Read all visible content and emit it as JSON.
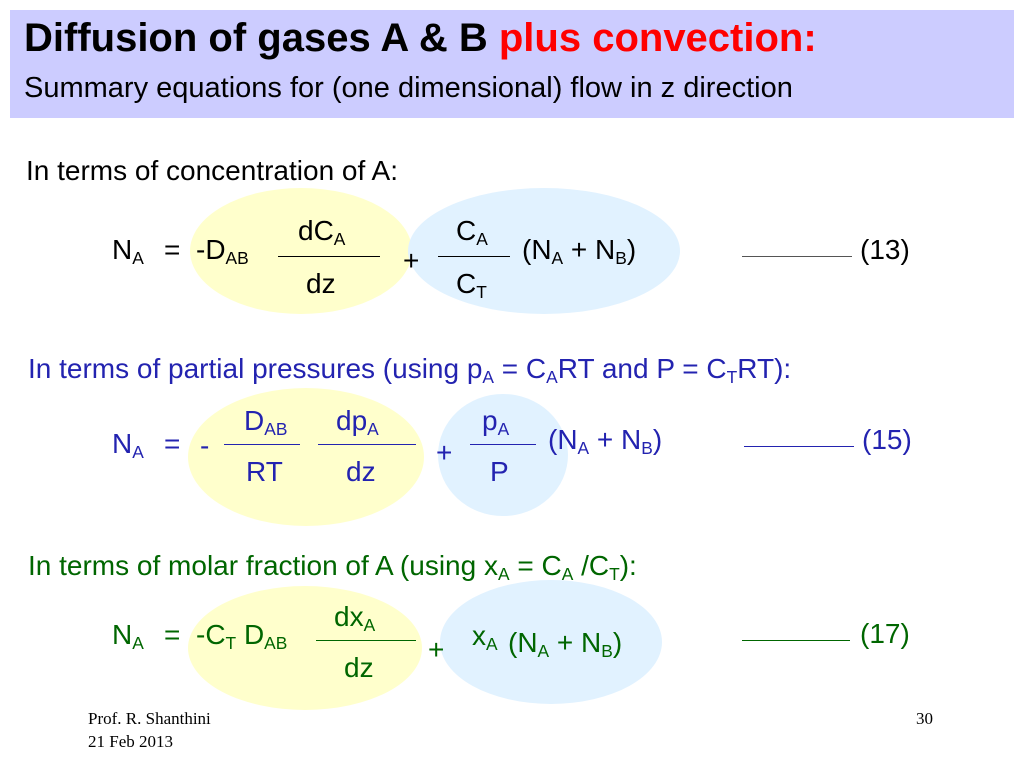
{
  "slide": {
    "title_main": "Diffusion of gases A & B",
    "title_highlight": "plus convection:",
    "subtitle": "Summary equations for (one dimensional) flow in z direction",
    "colors": {
      "header_bg": "#ccccff",
      "highlight": "#ff0000",
      "pressure": "#2323b0",
      "fraction": "#006600",
      "yellow_oval": "#ffffcc",
      "cyan_oval": "#e1f2ff"
    }
  },
  "section1": {
    "heading": "In terms of concentration of A:",
    "lhs": "N",
    "lhs_sub": "A",
    "equals": "=",
    "coef": "-D",
    "coef_sub": "AB",
    "num1": "dC",
    "num1_sub": "A",
    "den1": "dz",
    "plus": "+",
    "num2": "C",
    "num2_sub": "A",
    "den2": "C",
    "den2_sub": "T",
    "paren_open": "(N",
    "paren_sub1": "A",
    "paren_plus": " + N",
    "paren_sub2": "B",
    "paren_close": ")",
    "eq_number": "(13)"
  },
  "section2": {
    "heading_pre": "In terms of partial pressures (using p",
    "heading_s1": "A",
    "heading_mid": " = C",
    "heading_s2": "A",
    "heading_mid2": "RT and P = C",
    "heading_s3": "T",
    "heading_post": "RT):",
    "lhs": "N",
    "lhs_sub": "A",
    "equals": "=",
    "minus": "-",
    "num1": "D",
    "num1_sub": "AB",
    "den1": "RT",
    "num2": "dp",
    "num2_sub": "A",
    "den2": "dz",
    "plus": "+",
    "num3": "p",
    "num3_sub": "A",
    "den3": "P",
    "paren_open": "(N",
    "paren_sub1": "A",
    "paren_plus": " + N",
    "paren_sub2": "B",
    "paren_close": ")",
    "eq_number": "(15)"
  },
  "section3": {
    "heading_pre": "In terms of molar fraction of A (using x",
    "heading_s1": "A",
    "heading_mid": " = C",
    "heading_s2": "A",
    "heading_mid2": " /C",
    "heading_s3": "T",
    "heading_post": "):",
    "lhs": "N",
    "lhs_sub": "A",
    "equals": "=",
    "coef1": "-C",
    "coef1_sub": "T",
    "coef2": "D",
    "coef2_sub": "AB",
    "num1": "dx",
    "num1_sub": "A",
    "den1": "dz",
    "plus": "+",
    "term": "x",
    "term_sub": "A",
    "paren_open": "(N",
    "paren_sub1": "A",
    "paren_plus": " + N",
    "paren_sub2": "B",
    "paren_close": ")",
    "eq_number": "(17)"
  },
  "footer": {
    "author": "Prof. R. Shanthini",
    "date": "21 Feb 2013",
    "page": "30"
  }
}
